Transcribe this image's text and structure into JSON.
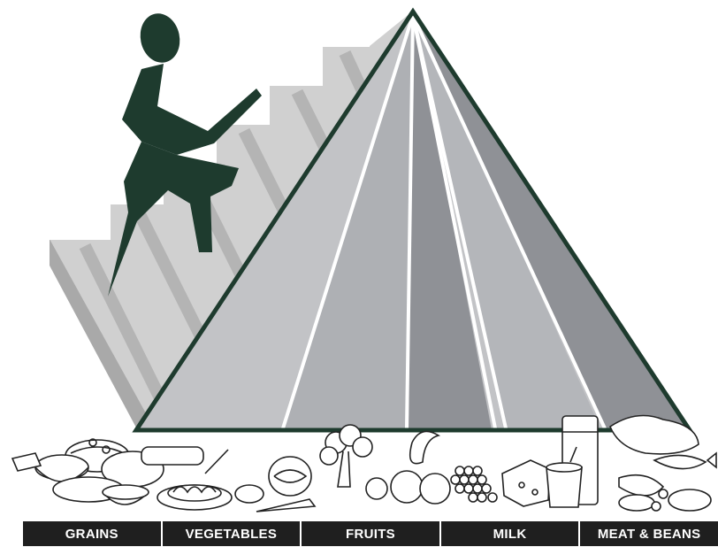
{
  "colors": {
    "figure": "#1e3b2e",
    "outline": "#1e3b2e",
    "stairs_face": "#d0d0d0",
    "stairs_side": "#a9a9a9",
    "band_light": "#c2c3c6",
    "band_mid": "#aeb0b4",
    "band_dark": "#8f9196",
    "label_bar": "#1f1f1f",
    "label_text": "#ffffff"
  },
  "icons": {
    "person": "climbing-person-icon",
    "stairs": "staircase-icon"
  },
  "food_groups": [
    {
      "label": "GRAINS",
      "icon": "bread-basket-icon"
    },
    {
      "label": "VEGETABLES",
      "icon": "broccoli-icon"
    },
    {
      "label": "FRUITS",
      "icon": "fruit-icon"
    },
    {
      "label": "MILK",
      "icon": "cheese-milk-icon"
    },
    {
      "label": "MEAT & BEANS",
      "icon": "meat-fish-icon"
    }
  ]
}
